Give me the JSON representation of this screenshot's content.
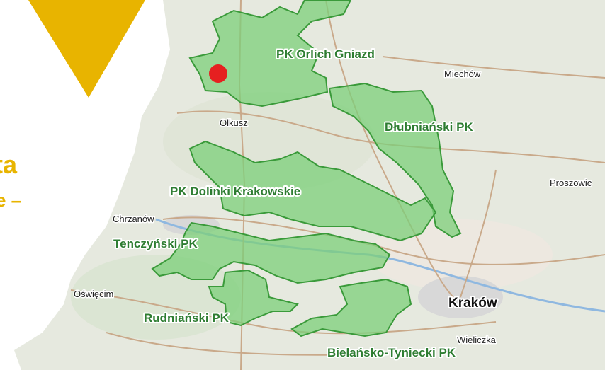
{
  "colors": {
    "park_fill": "#7ccf7a",
    "park_stroke": "#3a9a3a",
    "park_label": "#2e7d32",
    "marker": "#e62020",
    "accent_triangle": "#e8b400",
    "road": "#c9a98a",
    "terrain": "#e6e9df"
  },
  "parks": [
    {
      "id": "orlich",
      "label": "PK Orlich Gniazd"
    },
    {
      "id": "dlubnianski",
      "label": "Dłubniański PK"
    },
    {
      "id": "dolinki",
      "label": "PK Dolinki Krakowskie"
    },
    {
      "id": "tenczynski",
      "label": "Tenczyński PK"
    },
    {
      "id": "rudnianski",
      "label": "Rudniański PK"
    },
    {
      "id": "bielansko",
      "label": "Bielańsko-Tyniecki PK"
    }
  ],
  "cities": [
    {
      "id": "miechow",
      "label": "Miechów"
    },
    {
      "id": "olkusz",
      "label": "Olkusz"
    },
    {
      "id": "proszowice",
      "label": "Proszowic"
    },
    {
      "id": "chrzanow",
      "label": "Chrzanów"
    },
    {
      "id": "oswiecim",
      "label": "Oświęcim"
    },
    {
      "id": "wieliczka",
      "label": "Wieliczka"
    },
    {
      "id": "krakow",
      "label": "Kraków"
    }
  ],
  "left_fragments": [
    "ta",
    "e –"
  ],
  "marker": {
    "name": "location-marker"
  }
}
